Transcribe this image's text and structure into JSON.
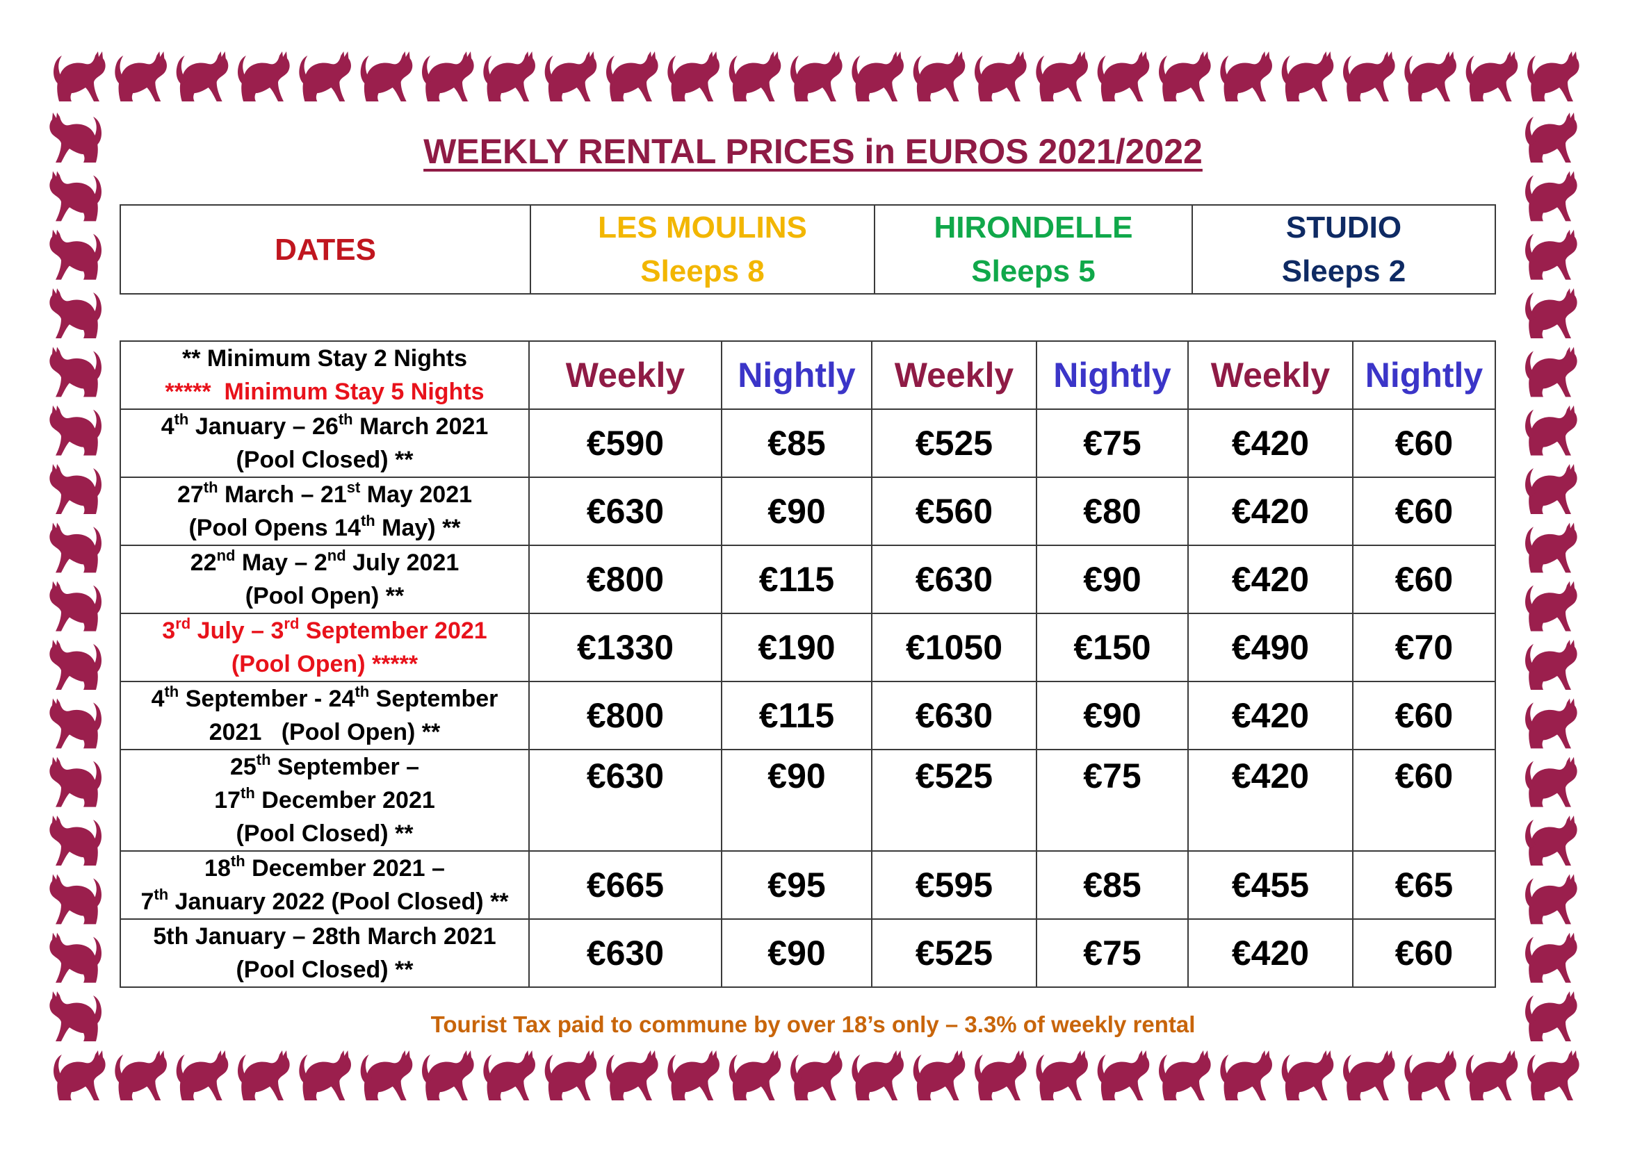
{
  "title": "WEEKLY RENTAL PRICES in EUROS 2021/2022",
  "header": {
    "dates": "DATES",
    "properties": [
      {
        "name": "LES MOULINS",
        "sleeps": "Sleeps 8"
      },
      {
        "name": "HIRONDELLE",
        "sleeps": "Sleeps 5"
      },
      {
        "name": "STUDIO",
        "sleeps": "Sleeps 2"
      }
    ]
  },
  "table": {
    "notes": {
      "min2": "** Minimum Stay 2 Nights",
      "min5_stars": "*****",
      "min5_text": "Minimum Stay 5 Nights"
    },
    "weekly_label": "Weekly",
    "nightly_label": "Nightly",
    "rows": [
      {
        "date": "4th January – 26th March 2021 (Pool Closed) **",
        "prices": [
          "€590",
          "€85",
          "€525",
          "€75",
          "€420",
          "€60"
        ]
      },
      {
        "date": "27th March – 21st May 2021 (Pool Opens 14th May) **",
        "prices": [
          "€630",
          "€90",
          "€560",
          "€80",
          "€420",
          "€60"
        ]
      },
      {
        "date": "22nd May – 2nd July 2021 (Pool Open) **",
        "prices": [
          "€800",
          "€115",
          "€630",
          "€90",
          "€420",
          "€60"
        ]
      },
      {
        "date": "3rd July – 3rd September 2021 (Pool Open) *****",
        "prices": [
          "€1330",
          "€190",
          "€1050",
          "€150",
          "€490",
          "€70"
        ]
      },
      {
        "date": "4th September - 24th September 2021 (Pool Open) **",
        "prices": [
          "€800",
          "€115",
          "€630",
          "€90",
          "€420",
          "€60"
        ]
      },
      {
        "date": "25th September – 17th December 2021 (Pool Closed) **",
        "prices": [
          "€630",
          "€90",
          "€525",
          "€75",
          "€420",
          "€60"
        ]
      },
      {
        "date": "18th December 2021 – 7th January 2022 (Pool Closed) **",
        "prices": [
          "€665",
          "€95",
          "€595",
          "€85",
          "€455",
          "€65"
        ]
      },
      {
        "date": "5th January – 28th March 2021 (Pool Closed) **",
        "prices": [
          "€630",
          "€90",
          "€525",
          "€75",
          "€420",
          "€60"
        ]
      }
    ]
  },
  "footer": {
    "tourist_tax": "Tourist Tax paid to commune by over 18’s only – 3.3% of weekly rental"
  },
  "colors": {
    "cat": "#9b1f4d",
    "title": "#8f1b45",
    "dates": "#c0161f",
    "les_moulins": "#f2b600",
    "hirondelle": "#10a84a",
    "studio": "#0e2a63",
    "weekly": "#8f1b45",
    "nightly": "#3b35c8",
    "highlight": "#e8121b",
    "tax": "#c8650a"
  }
}
